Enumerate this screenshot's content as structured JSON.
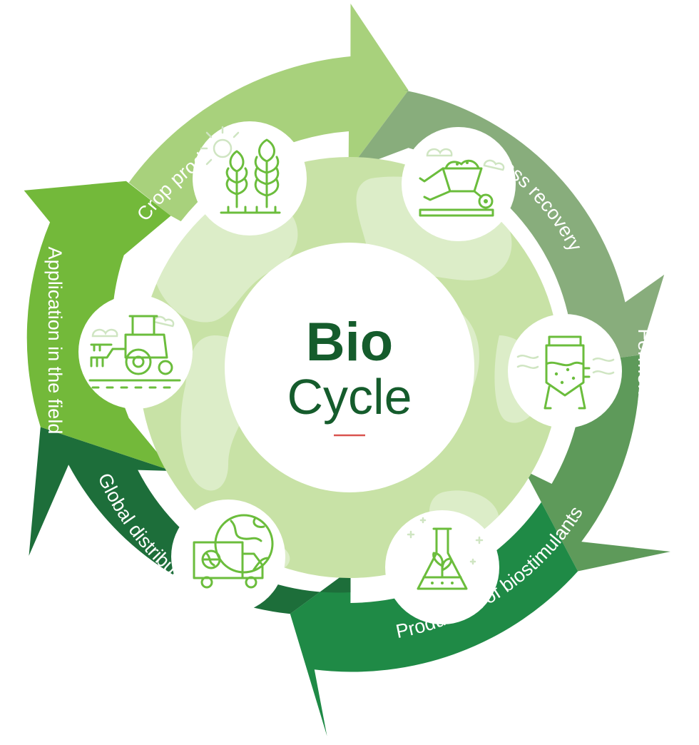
{
  "center": {
    "title": "Bio",
    "subtitle": "Cycle",
    "accent_color": "#d9534f"
  },
  "stages": [
    {
      "label": "Crop production",
      "icon": "wheat-sun-icon",
      "color": "#a8d17c"
    },
    {
      "label": "Biomass recovery",
      "icon": "wheelbarrow-icon",
      "color": "#88ad7c"
    },
    {
      "label": "Fermentation",
      "icon": "fermentation-tank-icon",
      "color": "#5e9a5a"
    },
    {
      "label": "Production of biostimulants",
      "icon": "flask-sprout-icon",
      "color": "#1f8a46"
    },
    {
      "label": "Global distribution",
      "icon": "truck-globe-icon",
      "color": "#1d6e3a"
    },
    {
      "label": "Application in the field",
      "icon": "tractor-icon",
      "color": "#73b93a"
    }
  ],
  "colors": {
    "world_disc": "#c8e2a6",
    "continents": "#dcedc8",
    "ring_gap": "#ffffff",
    "icon_stroke": "#6bbd3c",
    "title_green": "#155c2c"
  }
}
